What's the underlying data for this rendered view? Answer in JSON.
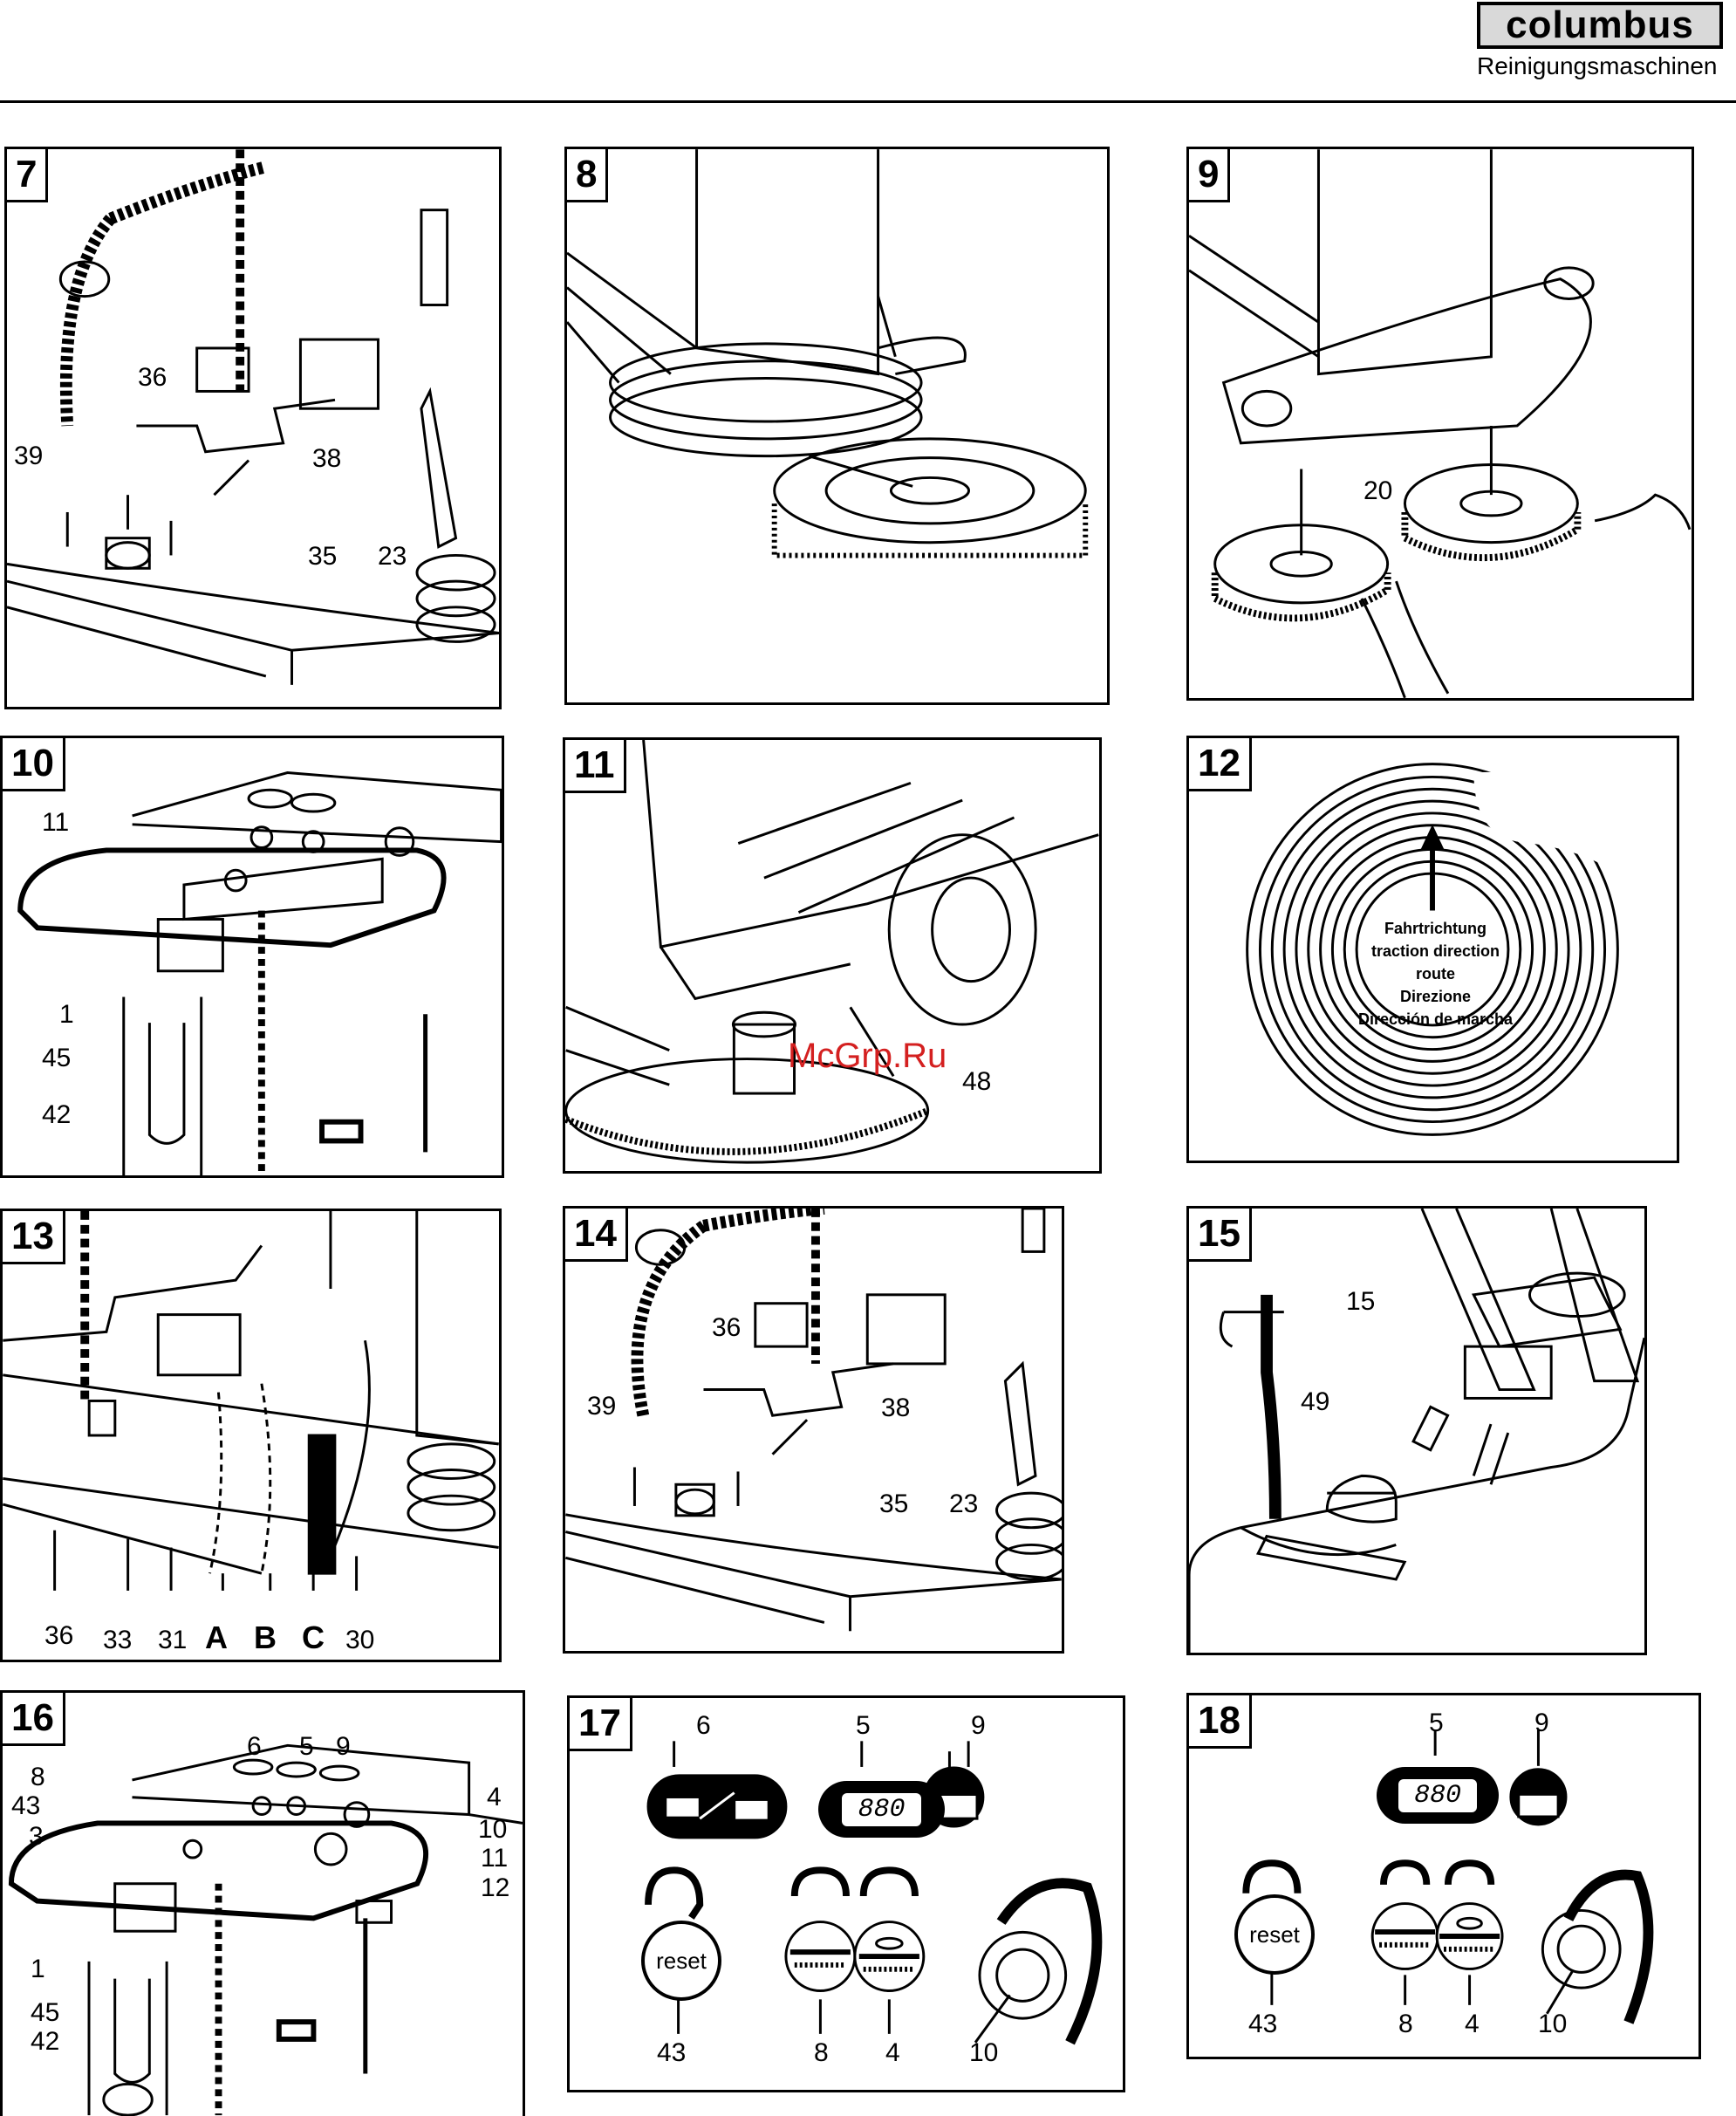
{
  "header": {
    "brand": "columbus",
    "tagline": "Reinigungsmaschinen"
  },
  "panels": {
    "p7": {
      "num": "7",
      "labels": [
        "36",
        "39",
        "38",
        "35",
        "23"
      ]
    },
    "p8": {
      "num": "8"
    },
    "p9": {
      "num": "9",
      "labels": [
        "20"
      ]
    },
    "p10": {
      "num": "10",
      "labels": [
        "11",
        "1",
        "45",
        "42"
      ]
    },
    "p11": {
      "num": "11",
      "labels": [
        "48"
      ]
    },
    "p12": {
      "num": "12",
      "direction": [
        "Fahrtrichtung",
        "traction direction",
        "route",
        "Direzione",
        "Dirección de marcha"
      ]
    },
    "p13": {
      "num": "13",
      "labels": [
        "36",
        "33",
        "31",
        "A",
        "B",
        "C",
        "30"
      ]
    },
    "p14": {
      "num": "14",
      "labels": [
        "36",
        "39",
        "38",
        "35",
        "23"
      ]
    },
    "p15": {
      "num": "15",
      "labels": [
        "15",
        "49"
      ]
    },
    "p16": {
      "num": "16",
      "labels": [
        "6",
        "5",
        "9",
        "8",
        "43",
        "4",
        "3",
        "10",
        "11",
        "12",
        "1",
        "45",
        "42"
      ]
    },
    "p17": {
      "num": "17",
      "labels": [
        "6",
        "5",
        "9",
        "43",
        "8",
        "4",
        "10"
      ],
      "display": "880",
      "reset": "reset"
    },
    "p18": {
      "num": "18",
      "labels": [
        "5",
        "9",
        "43",
        "8",
        "4",
        "10"
      ],
      "display": "880",
      "reset": "reset"
    }
  },
  "watermark": "McGrp.Ru"
}
